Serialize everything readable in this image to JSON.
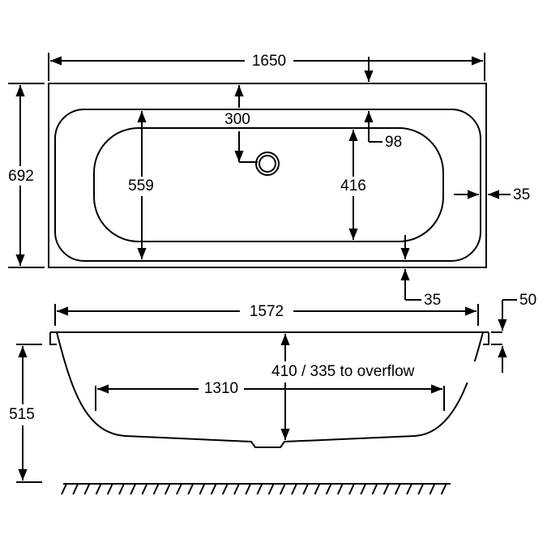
{
  "dimensions": {
    "overall_length": "1650",
    "overall_width": "692",
    "waste_offset": "300",
    "inner_width_top": "559",
    "inner_width_base": "416",
    "rim_step": "98",
    "side_rim_right": "35",
    "side_rim_bottom": "35",
    "rim_length_side": "1572",
    "rim_thickness": "50",
    "depth": "410 / 335 to overflow",
    "base_length": "1310",
    "floor_height": "515"
  },
  "colors": {
    "line": "#000000",
    "background": "#ffffff"
  }
}
